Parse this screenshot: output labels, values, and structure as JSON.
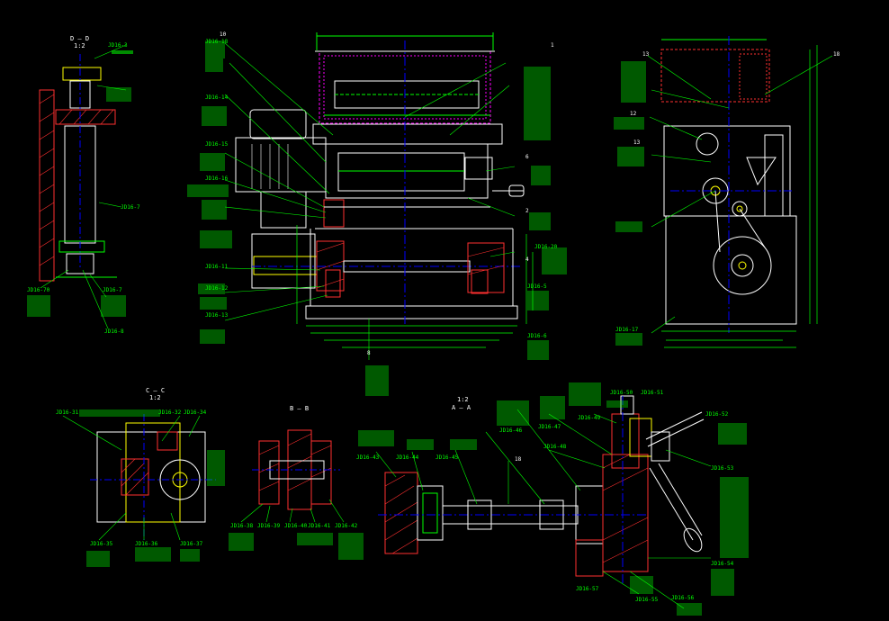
{
  "drawing": {
    "bg_color": "#000000",
    "colors": {
      "outline": "#ffffff",
      "dim": "#00ff00",
      "center": "#0000ff",
      "leader": "#00ff00",
      "hatch": "#ff3030",
      "part": "#ffff00",
      "hopper": "#ff00ff",
      "cyan": "#00ffff"
    },
    "view_titles": {
      "dd_title": "D – D",
      "dd_scale": "1:2",
      "cc_title": "C – C",
      "cc_scale": "1:2",
      "bb_title": "B – B",
      "aa_scale": "1:2",
      "aa_title": "A – A"
    },
    "callouts": {
      "front_top_1": "1",
      "front_right_6": "6",
      "front_right_2": "2",
      "front_right_4": "4",
      "front_top_10": "10",
      "front_bottom_8": "8",
      "side_top_13": "13",
      "side_top_18": "18",
      "side_left_12": "12",
      "side_left_13": "13",
      "aa_top_18": "18"
    },
    "labels": {
      "dd_a": "JD16-3",
      "dd_b": "JD16-70",
      "dd_c": "JD16-7",
      "dd_d": "JD16-8",
      "dd_e": "JD16-7",
      "fv_a": "JD16-18",
      "fv_b": "JD16-14",
      "fv_c": "JD16-15",
      "fv_d": "JD16-16",
      "fv_e": "JD16-11",
      "fv_f": "JD16-12",
      "fv_g": "JD16-13",
      "fv_h": "JD16-20",
      "fv_i": "JD16-5",
      "fv_j": "JD16-6",
      "sv_a": "JD16-17",
      "cc_a": "JD16-31",
      "cc_b": "JD16-32",
      "cc_c": "JD16-34",
      "cc_d": "JD16-35",
      "cc_e": "JD16-36",
      "cc_f": "JD16-37",
      "bb_a": "JD16-38",
      "bb_b": "JD16-39",
      "bb_c": "JD16-40",
      "bb_d": "JD16-41",
      "bb_e": "JD16-42",
      "aa_a": "JD16-43",
      "aa_b": "JD16-44",
      "aa_c": "JD16-45",
      "aa_d": "JD16-46",
      "aa_e": "JD16-47",
      "aa_f": "JD16-48",
      "aa_g": "JD16-49",
      "aa_h": "JD16-50",
      "aa_i": "JD16-51",
      "aa_j": "JD16-52",
      "aa_k": "JD16-53",
      "aa_l": "JD16-54",
      "aa_m": "JD16-55",
      "aa_n": "JD16-56",
      "aa_o": "JD16-57"
    }
  }
}
